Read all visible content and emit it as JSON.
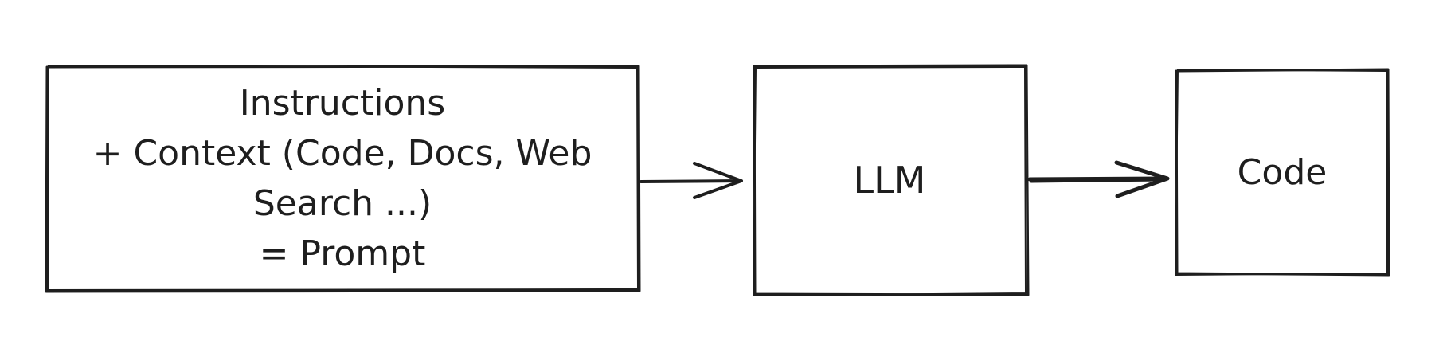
{
  "diagram": {
    "nodes": {
      "prompt": {
        "lines": [
          "Instructions",
          "+ Context (Code, Docs, Web",
          "Search ...)",
          "= Prompt"
        ]
      },
      "llm": {
        "label": "LLM"
      },
      "code": {
        "label": "Code"
      }
    },
    "edges": [
      {
        "from": "prompt",
        "to": "llm"
      },
      {
        "from": "llm",
        "to": "code"
      }
    ],
    "stroke_color": "#1e1e1e",
    "background_color": "#ffffff"
  }
}
